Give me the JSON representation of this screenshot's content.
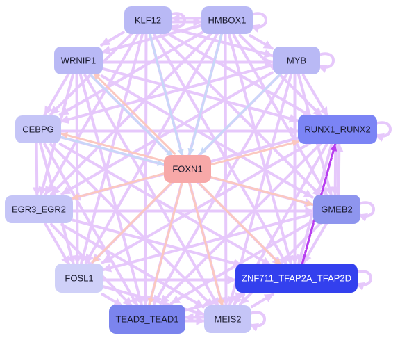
{
  "diagram": {
    "nodes": [
      {
        "id": "KLF12",
        "label": "KLF12",
        "color": "#b9b9f5"
      },
      {
        "id": "HMBOX1",
        "label": "HMBOX1",
        "color": "#b9b9f5"
      },
      {
        "id": "WRNIP1",
        "label": "WRNIP1",
        "color": "#b9b9f5"
      },
      {
        "id": "MYB",
        "label": "MYB",
        "color": "#b9b9f5"
      },
      {
        "id": "CEBPG",
        "label": "CEBPG",
        "color": "#c5c5f7"
      },
      {
        "id": "RUNX1_RUNX2",
        "label": "RUNX1_RUNX2",
        "color": "#7b84f5"
      },
      {
        "id": "FOXN1",
        "label": "FOXN1",
        "color": "#f7a8a8"
      },
      {
        "id": "EGR3_EGR2",
        "label": "EGR3_EGR2",
        "color": "#c5c5f7"
      },
      {
        "id": "GMEB2",
        "label": "GMEB2",
        "color": "#8e95ee"
      },
      {
        "id": "FOSL1",
        "label": "FOSL1",
        "color": "#cfd0f8"
      },
      {
        "id": "ZNF711_TFAP2A_TFAP2D",
        "label": "ZNF711_TFAP2A_TFAP2D",
        "color": "#3340ee",
        "light_text": true
      },
      {
        "id": "TEAD3_TEAD1",
        "label": "TEAD3_TEAD1",
        "color": "#7b84ee"
      },
      {
        "id": "MEIS2",
        "label": "MEIS2",
        "color": "#c5c5f7"
      }
    ],
    "edge_colors": {
      "default": "#e6c8fb",
      "foxn1_out": "#fbc8c0",
      "to_foxn1": "#c8d8f8",
      "strong": "#b83ef0"
    },
    "self_loops": [
      "KLF12",
      "HMBOX1",
      "MYB",
      "RUNX1_RUNX2",
      "GMEB2",
      "ZNF711_TFAP2A_TFAP2D",
      "MEIS2"
    ],
    "edges": [
      [
        "KLF12",
        "HMBOX1",
        "default"
      ],
      [
        "HMBOX1",
        "KLF12",
        "default"
      ],
      [
        "KLF12",
        "WRNIP1",
        "default"
      ],
      [
        "KLF12",
        "MYB",
        "default"
      ],
      [
        "KLF12",
        "CEBPG",
        "default"
      ],
      [
        "KLF12",
        "RUNX1_RUNX2",
        "default"
      ],
      [
        "KLF12",
        "EGR3_EGR2",
        "default"
      ],
      [
        "KLF12",
        "GMEB2",
        "default"
      ],
      [
        "KLF12",
        "FOSL1",
        "default"
      ],
      [
        "KLF12",
        "ZNF711_TFAP2A_TFAP2D",
        "default"
      ],
      [
        "KLF12",
        "TEAD3_TEAD1",
        "default"
      ],
      [
        "KLF12",
        "MEIS2",
        "default"
      ],
      [
        "KLF12",
        "FOXN1",
        "to_foxn1"
      ],
      [
        "HMBOX1",
        "WRNIP1",
        "default"
      ],
      [
        "HMBOX1",
        "MYB",
        "default"
      ],
      [
        "HMBOX1",
        "CEBPG",
        "default"
      ],
      [
        "HMBOX1",
        "RUNX1_RUNX2",
        "default"
      ],
      [
        "HMBOX1",
        "EGR3_EGR2",
        "default"
      ],
      [
        "HMBOX1",
        "GMEB2",
        "default"
      ],
      [
        "HMBOX1",
        "FOSL1",
        "default"
      ],
      [
        "HMBOX1",
        "ZNF711_TFAP2A_TFAP2D",
        "default"
      ],
      [
        "HMBOX1",
        "TEAD3_TEAD1",
        "default"
      ],
      [
        "HMBOX1",
        "MEIS2",
        "default"
      ],
      [
        "HMBOX1",
        "FOXN1",
        "to_foxn1"
      ],
      [
        "WRNIP1",
        "MYB",
        "default"
      ],
      [
        "WRNIP1",
        "CEBPG",
        "default"
      ],
      [
        "WRNIP1",
        "RUNX1_RUNX2",
        "default"
      ],
      [
        "WRNIP1",
        "EGR3_EGR2",
        "default"
      ],
      [
        "WRNIP1",
        "GMEB2",
        "default"
      ],
      [
        "WRNIP1",
        "FOSL1",
        "default"
      ],
      [
        "WRNIP1",
        "ZNF711_TFAP2A_TFAP2D",
        "default"
      ],
      [
        "WRNIP1",
        "TEAD3_TEAD1",
        "default"
      ],
      [
        "WRNIP1",
        "MEIS2",
        "default"
      ],
      [
        "WRNIP1",
        "FOXN1",
        "to_foxn1"
      ],
      [
        "MYB",
        "CEBPG",
        "default"
      ],
      [
        "MYB",
        "RUNX1_RUNX2",
        "default"
      ],
      [
        "MYB",
        "EGR3_EGR2",
        "default"
      ],
      [
        "MYB",
        "GMEB2",
        "default"
      ],
      [
        "MYB",
        "FOSL1",
        "default"
      ],
      [
        "MYB",
        "ZNF711_TFAP2A_TFAP2D",
        "default"
      ],
      [
        "MYB",
        "TEAD3_TEAD1",
        "default"
      ],
      [
        "MYB",
        "MEIS2",
        "default"
      ],
      [
        "MYB",
        "FOXN1",
        "to_foxn1"
      ],
      [
        "CEBPG",
        "RUNX1_RUNX2",
        "default"
      ],
      [
        "CEBPG",
        "EGR3_EGR2",
        "default"
      ],
      [
        "CEBPG",
        "GMEB2",
        "default"
      ],
      [
        "CEBPG",
        "FOSL1",
        "default"
      ],
      [
        "CEBPG",
        "ZNF711_TFAP2A_TFAP2D",
        "default"
      ],
      [
        "CEBPG",
        "TEAD3_TEAD1",
        "default"
      ],
      [
        "CEBPG",
        "MEIS2",
        "default"
      ],
      [
        "CEBPG",
        "FOXN1",
        "to_foxn1"
      ],
      [
        "RUNX1_RUNX2",
        "GMEB2",
        "default"
      ],
      [
        "GMEB2",
        "RUNX1_RUNX2",
        "default"
      ],
      [
        "RUNX1_RUNX2",
        "EGR3_EGR2",
        "default"
      ],
      [
        "RUNX1_RUNX2",
        "FOSL1",
        "default"
      ],
      [
        "RUNX1_RUNX2",
        "ZNF711_TFAP2A_TFAP2D",
        "default"
      ],
      [
        "RUNX1_RUNX2",
        "TEAD3_TEAD1",
        "default"
      ],
      [
        "RUNX1_RUNX2",
        "MEIS2",
        "default"
      ],
      [
        "EGR3_EGR2",
        "GMEB2",
        "default"
      ],
      [
        "EGR3_EGR2",
        "FOSL1",
        "default"
      ],
      [
        "EGR3_EGR2",
        "ZNF711_TFAP2A_TFAP2D",
        "default"
      ],
      [
        "EGR3_EGR2",
        "TEAD3_TEAD1",
        "default"
      ],
      [
        "EGR3_EGR2",
        "MEIS2",
        "default"
      ],
      [
        "GMEB2",
        "FOSL1",
        "default"
      ],
      [
        "GMEB2",
        "ZNF711_TFAP2A_TFAP2D",
        "default"
      ],
      [
        "GMEB2",
        "TEAD3_TEAD1",
        "default"
      ],
      [
        "GMEB2",
        "MEIS2",
        "default"
      ],
      [
        "FOSL1",
        "ZNF711_TFAP2A_TFAP2D",
        "default"
      ],
      [
        "FOSL1",
        "TEAD3_TEAD1",
        "default"
      ],
      [
        "FOSL1",
        "MEIS2",
        "default"
      ],
      [
        "TEAD3_TEAD1",
        "MEIS2",
        "default"
      ],
      [
        "MEIS2",
        "TEAD3_TEAD1",
        "default"
      ],
      [
        "TEAD3_TEAD1",
        "ZNF711_TFAP2A_TFAP2D",
        "default"
      ],
      [
        "MEIS2",
        "ZNF711_TFAP2A_TFAP2D",
        "default"
      ],
      [
        "FOXN1",
        "WRNIP1",
        "foxn1_out"
      ],
      [
        "FOXN1",
        "CEBPG",
        "foxn1_out"
      ],
      [
        "FOXN1",
        "EGR3_EGR2",
        "foxn1_out"
      ],
      [
        "FOXN1",
        "FOSL1",
        "foxn1_out"
      ],
      [
        "FOXN1",
        "TEAD3_TEAD1",
        "foxn1_out"
      ],
      [
        "FOXN1",
        "MEIS2",
        "foxn1_out"
      ],
      [
        "FOXN1",
        "ZNF711_TFAP2A_TFAP2D",
        "foxn1_out"
      ],
      [
        "FOXN1",
        "GMEB2",
        "foxn1_out"
      ],
      [
        "FOXN1",
        "RUNX1_RUNX2",
        "foxn1_out"
      ],
      [
        "ZNF711_TFAP2A_TFAP2D",
        "RUNX1_RUNX2",
        "strong"
      ]
    ]
  }
}
